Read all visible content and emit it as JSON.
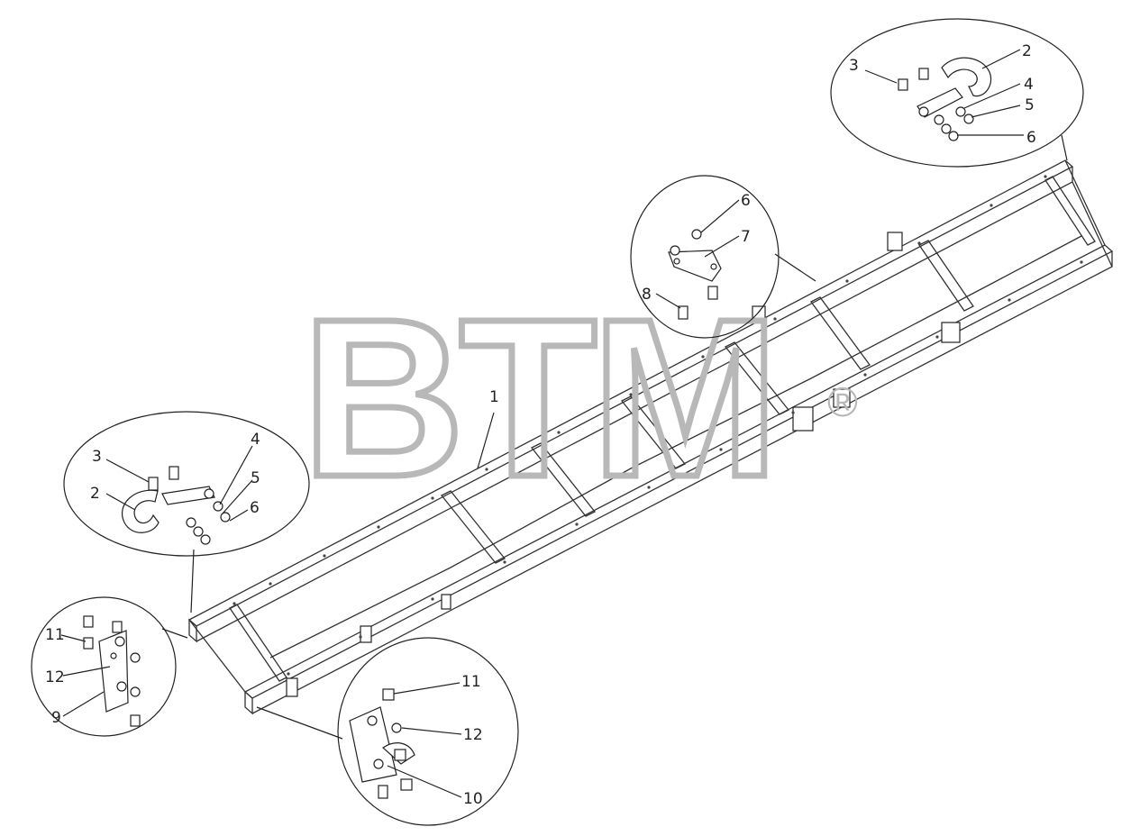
{
  "watermark": {
    "text": "BTM",
    "registered": "®"
  },
  "colors": {
    "line": "#222222",
    "watermark": "#b8b8b8",
    "background": "#ffffff"
  },
  "callouts": {
    "frame": "1",
    "rear_top": {
      "c3": "3",
      "c2": "2",
      "c4": "4",
      "c5": "5",
      "c6": "6"
    },
    "mid_top": {
      "c6": "6",
      "c7": "7",
      "c8": "8"
    },
    "front_left": {
      "c3": "3",
      "c2": "2",
      "c4": "4",
      "c5": "5",
      "c6": "6"
    },
    "bracket_left": {
      "c11": "11",
      "c12": "12",
      "c9": "9"
    },
    "bracket_bottom": {
      "c11": "11",
      "c12": "12",
      "c10": "10"
    }
  }
}
